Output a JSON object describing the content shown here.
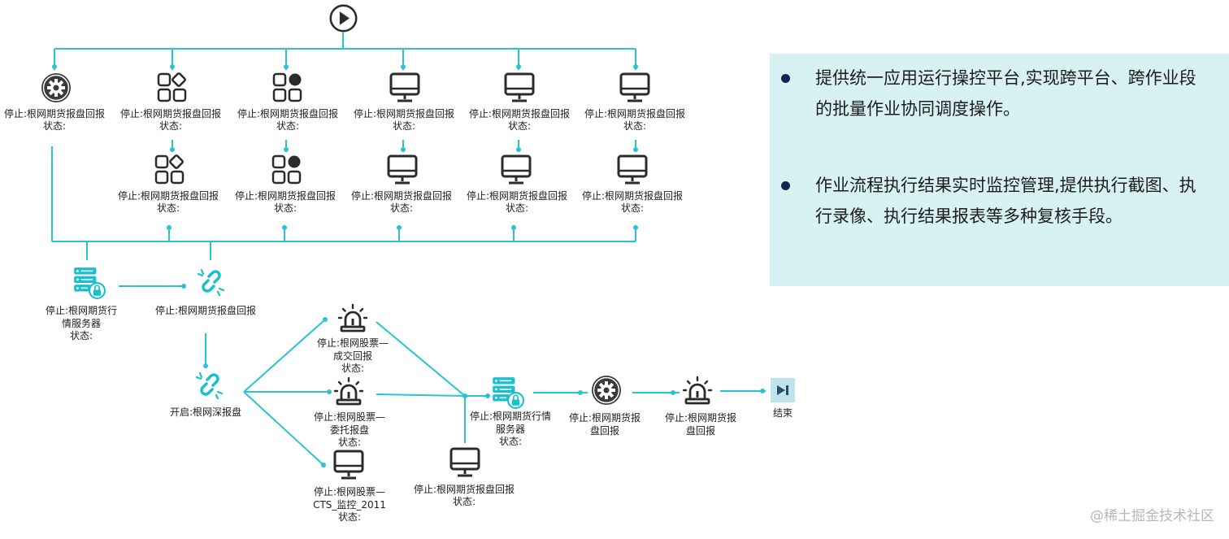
{
  "colors": {
    "line": "#29c3d3",
    "icon_dark": "#2b2b2b",
    "icon_blue": "#18c0cf",
    "panel_bg": "#d8f2f4",
    "bullet": "#14244e"
  },
  "status_label": "状态:",
  "top_row": [
    {
      "icon": "gear-icon",
      "label": "停止:根网期货报盘回报"
    },
    {
      "icon": "app-grid-icon",
      "label": "停止:根网期货报盘回报"
    },
    {
      "icon": "app-grid-dot-icon",
      "label": "停止:根网期货报盘回报"
    },
    {
      "icon": "monitor-icon",
      "label": "停止:根网期货报盘回报"
    },
    {
      "icon": "monitor-icon",
      "label": "停止:根网期货报盘回报"
    },
    {
      "icon": "monitor-icon",
      "label": "停止:根网期货报盘回报"
    }
  ],
  "second_row": [
    {
      "icon": "app-grid-icon",
      "label": "停止:根网期货报盘回报"
    },
    {
      "icon": "app-grid-dot-icon",
      "label": "停止:根网期货报盘回报"
    },
    {
      "icon": "monitor-icon",
      "label": "停止:根网期货报盘回报"
    },
    {
      "icon": "monitor-icon",
      "label": "停止:根网期货报盘回报"
    },
    {
      "icon": "monitor-icon",
      "label": "停止:根网期货报盘回报"
    }
  ],
  "flow": {
    "server1": {
      "icon": "server-lock-icon",
      "label": "停止:根网期货行情服务器"
    },
    "link1": {
      "icon": "broken-link-icon",
      "label": "停止:根网期货报盘回报"
    },
    "link2": {
      "icon": "broken-link-icon",
      "label": "开启:根网深报盘"
    },
    "alarm1": {
      "icon": "alarm-icon",
      "label": "停止:根网股票—成交回报"
    },
    "alarm2": {
      "icon": "alarm-icon",
      "label": "停止:根网股票—委托报盘"
    },
    "monitor_cts": {
      "icon": "monitor-icon",
      "label": "停止:根网股票—CTS_监控_2011"
    },
    "monitor_mid": {
      "icon": "monitor-icon",
      "label": "停止:根网期货报盘回报"
    },
    "server2": {
      "icon": "server-lock-icon",
      "label": "停止:根网期货行情服务器"
    },
    "gear2": {
      "icon": "gear-icon",
      "label": "停止:根网期货报盘回报"
    },
    "alarm3": {
      "icon": "alarm-icon",
      "label": "停止:根网期货报盘回报"
    },
    "end": {
      "icon": "end-icon",
      "label": "结束"
    }
  },
  "panel": {
    "bullets": [
      "提供统一应用运行操控平台,实现跨平台、跨作业段的批量作业协同调度操作。",
      "作业流程执行结果实时监控管理,提供执行截图、执行录像、执行结果报表等多种复核手段。"
    ]
  },
  "watermark": "@稀土掘金技术社区"
}
